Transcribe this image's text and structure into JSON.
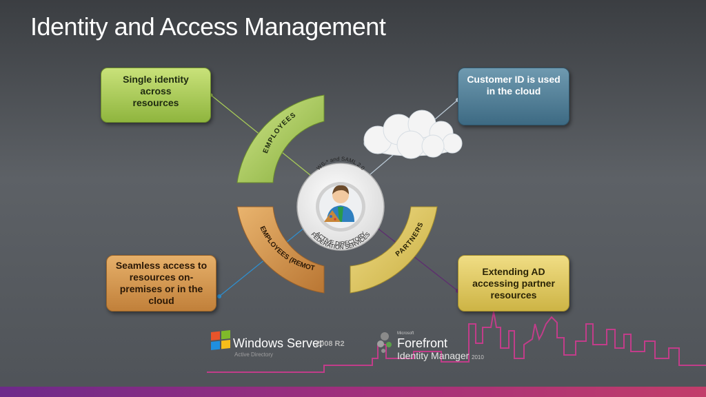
{
  "slide": {
    "title": "Identity and Access Management"
  },
  "boxes": {
    "single_identity": [
      "Single identity across",
      "resources"
    ],
    "customer_id": [
      "Customer ID is used",
      "in the cloud"
    ],
    "seamless_access": [
      "Seamless access to",
      "resources on-",
      "premises or in the",
      "cloud"
    ],
    "extending_ad": [
      "Extending AD",
      "accessing partner",
      "resources"
    ]
  },
  "arcs": {
    "employees": "EMPLOYEES",
    "employees_remote": "EMPLOYEES (REMOTE)",
    "partners": "PARTNERS"
  },
  "hub": {
    "protocols": "WS-* and SAML 2.0",
    "service": "ACTIVE DIRECTORY",
    "service_line2": "FEDERATION SERVICES"
  },
  "logos": {
    "windows_server_name": "Windows Server",
    "windows_server_version": "2008 R2",
    "windows_server_sub": "Active Directory",
    "forefront_small": "Microsoft",
    "forefront_name": "Forefront",
    "forefront_sub": "Identity Manager",
    "forefront_year": "2010"
  },
  "colors": {
    "green": "#a8cc58",
    "blue": "#4f7f99",
    "orange": "#d8964c",
    "yellow": "#e0c85a",
    "skyline": "#c23d8a"
  }
}
